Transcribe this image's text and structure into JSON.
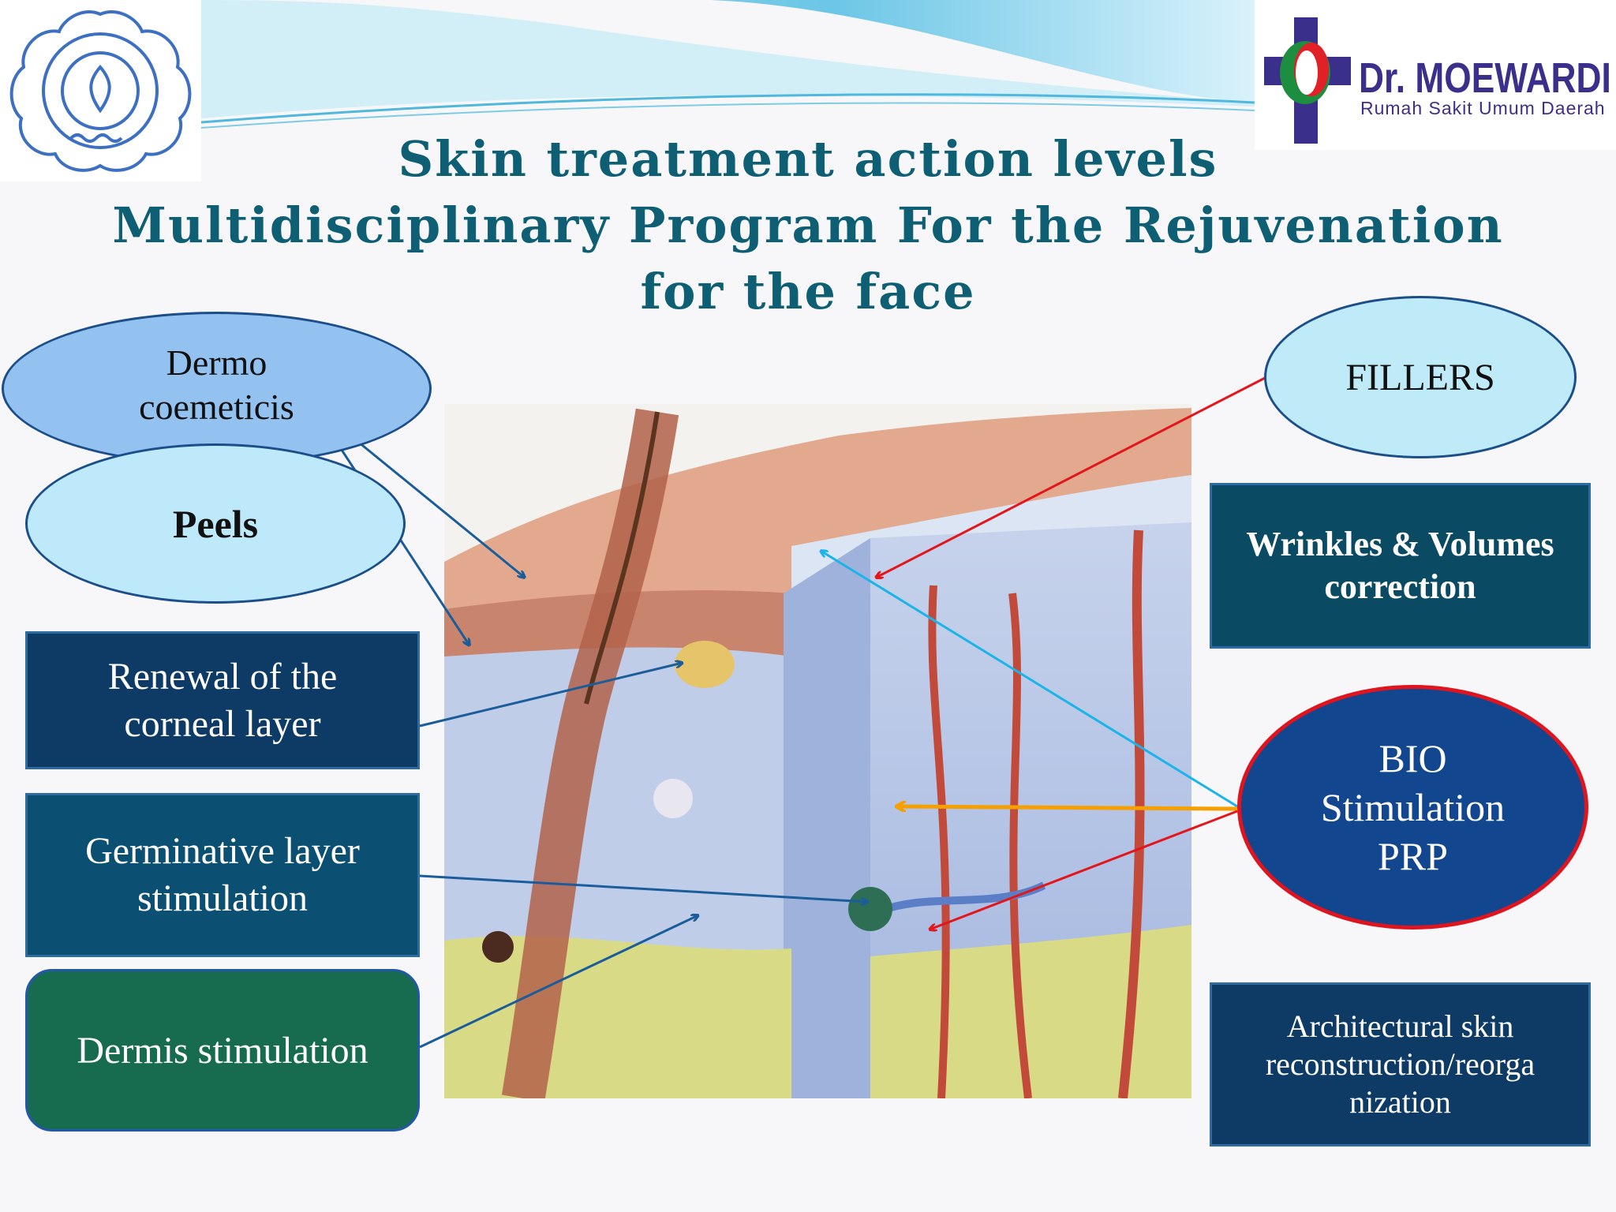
{
  "header": {
    "title_lines": [
      "Skin treatment action levels",
      "Multidisciplinary Program For the Rejuvenation",
      "for the face"
    ],
    "hospital_logo": {
      "name_text": "Dr. MOEWARDI",
      "subtitle_text": "Rumah Sakit Umum Daerah"
    },
    "university_logo": {
      "icon": "university-seal-icon"
    }
  },
  "left_labels": {
    "dermo_line1": "Dermo",
    "dermo_line2": "coemeticis",
    "peels": "Peels",
    "renewal_line1": "Renewal of the",
    "renewal_line2": "corneal layer",
    "germinative_line1": "Germinative layer",
    "germinative_line2": "stimulation",
    "dermis": "Dermis stimulation"
  },
  "right_labels": {
    "fillers": "FILLERS",
    "wrinkles_line1": "Wrinkles & Volumes",
    "wrinkles_line2": "correction",
    "bio_line1": "BIO",
    "bio_line2": "Stimulation",
    "bio_line3": "PRP",
    "arch_line1": "Architectural skin",
    "arch_line2": "reconstruction/reorga",
    "arch_line3": "nization"
  },
  "colors": {
    "title": "#0f5f74",
    "dark_navy_box": "#0d3b66",
    "teal_box": "#0b4f72",
    "green_box": "#176b4f",
    "bio_oval": "#12468f",
    "bio_oval_border": "#e0141e",
    "arrow_blue": "#1a5d9a",
    "arrow_red": "#e3161b",
    "arrow_orange": "#f5a000",
    "arrow_cyan": "#1cb3e8"
  }
}
